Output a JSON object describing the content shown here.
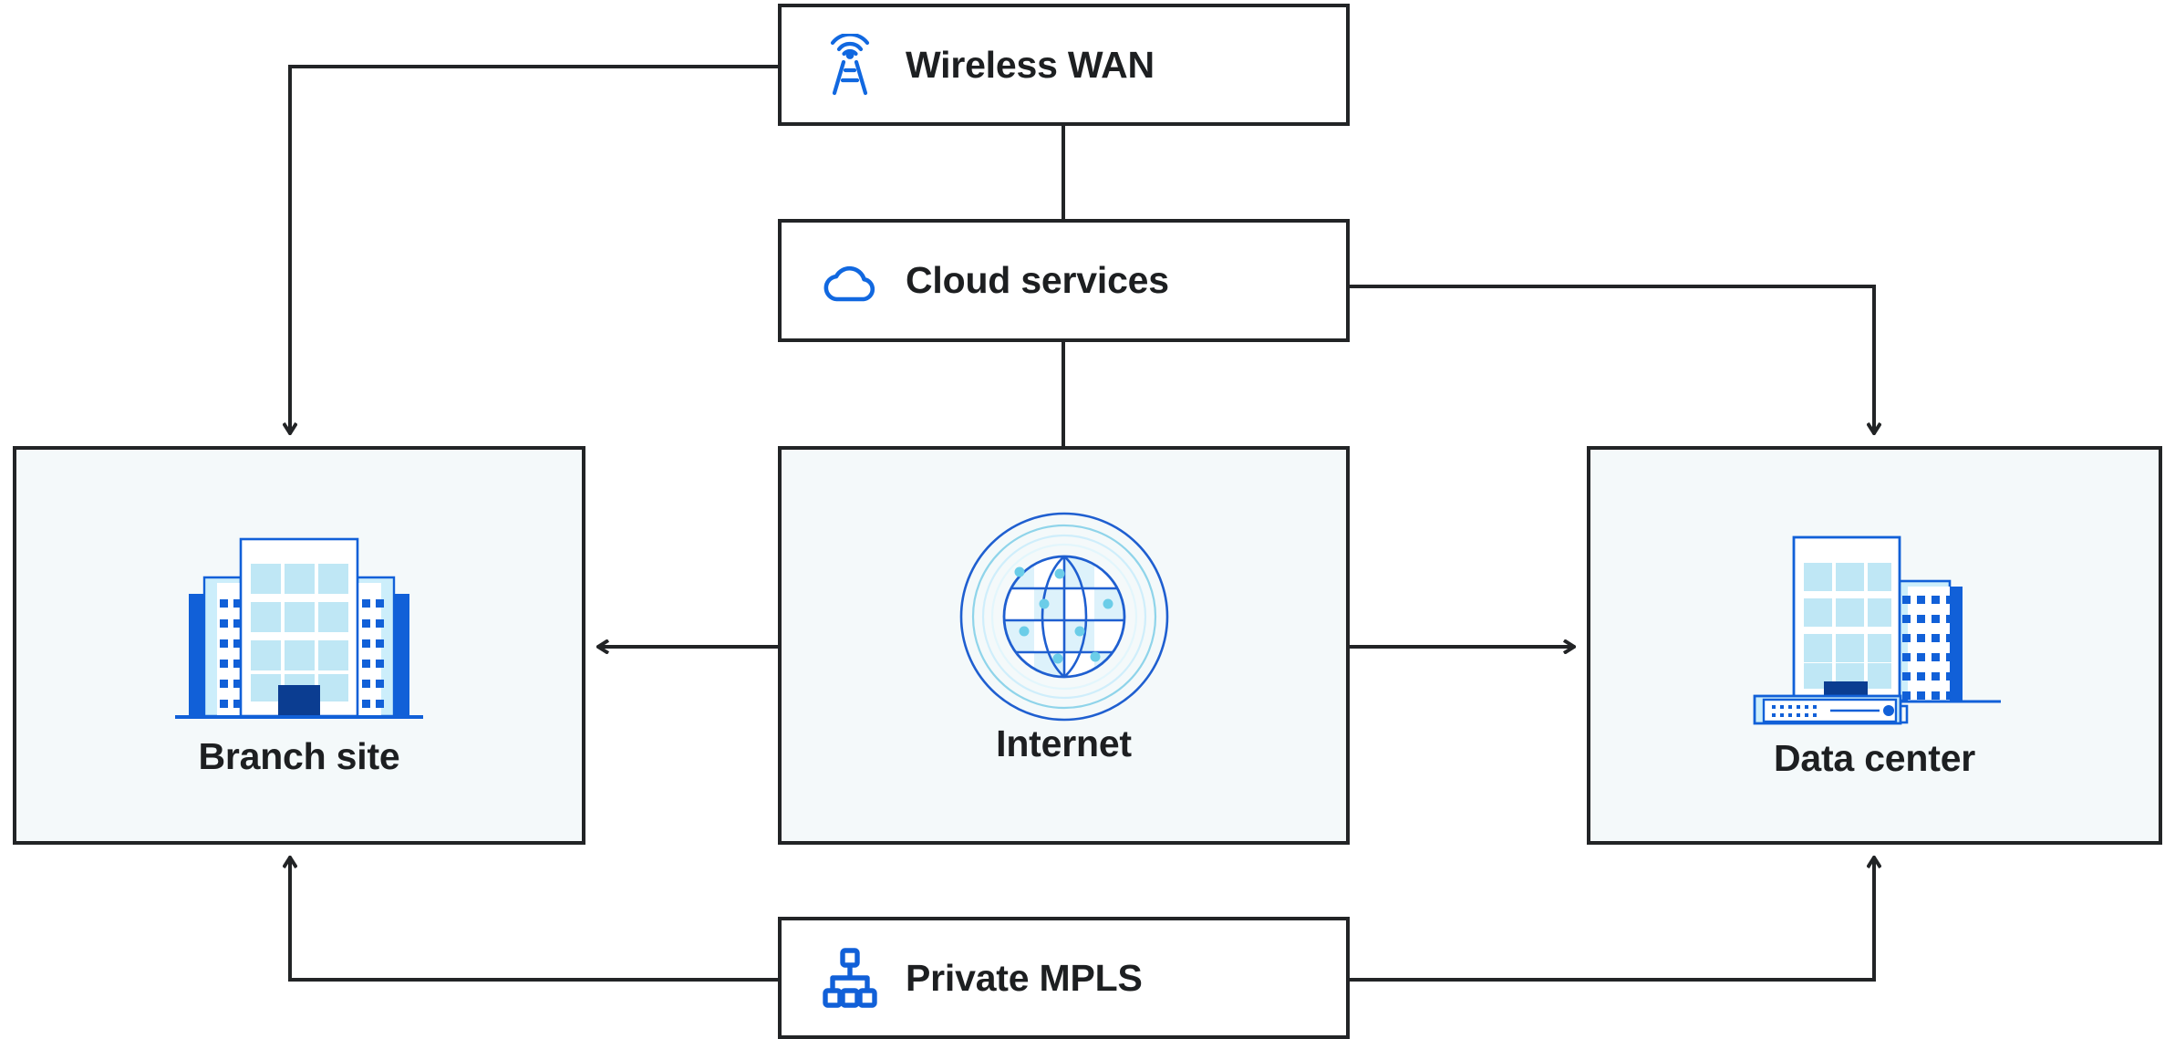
{
  "diagram": {
    "title": "Hybrid WAN connectivity diagram",
    "colors": {
      "line": "#222426",
      "panel_fill": "#f4f9fa",
      "panel_border": "#222426",
      "accent_blue": "#1160d8",
      "icon_blue": "#1168e0",
      "deep_blue": "#0b3d91",
      "light_blue": "#bfe7f5",
      "pale_blue": "#d6f0fa",
      "cyan_dot": "#5cc8e8",
      "globe_stroke": "#1f5fd0",
      "text": "#1d1f21"
    },
    "transports": [
      {
        "id": "wireless-wan",
        "label": "Wireless WAN",
        "icon": "radio-tower-icon"
      },
      {
        "id": "cloud-services",
        "label": "Cloud services",
        "icon": "cloud-icon"
      },
      {
        "id": "private-mpls",
        "label": "Private MPLS",
        "icon": "network-hierarchy-icon"
      }
    ],
    "sites": [
      {
        "id": "branch-site",
        "label": "Branch site",
        "icon": "office-building-icon"
      },
      {
        "id": "internet",
        "label": "Internet",
        "icon": "globe-network-icon"
      },
      {
        "id": "data-center",
        "label": "Data center",
        "icon": "data-center-building-icon"
      }
    ],
    "connections": [
      {
        "from": "wireless-wan",
        "to": "branch-site",
        "arrow": "down",
        "style": "elbow"
      },
      {
        "from": "wireless-wan",
        "to": "cloud-services",
        "arrow": "none",
        "style": "straight"
      },
      {
        "from": "cloud-services",
        "to": "internet",
        "arrow": "none",
        "style": "straight"
      },
      {
        "from": "cloud-services",
        "to": "data-center",
        "arrow": "down",
        "style": "elbow"
      },
      {
        "from": "internet",
        "to": "branch-site",
        "arrow": "left",
        "style": "straight"
      },
      {
        "from": "internet",
        "to": "data-center",
        "arrow": "right",
        "style": "straight"
      },
      {
        "from": "private-mpls",
        "to": "branch-site",
        "arrow": "up",
        "style": "elbow"
      },
      {
        "from": "private-mpls",
        "to": "data-center",
        "arrow": "up",
        "style": "elbow"
      }
    ]
  }
}
